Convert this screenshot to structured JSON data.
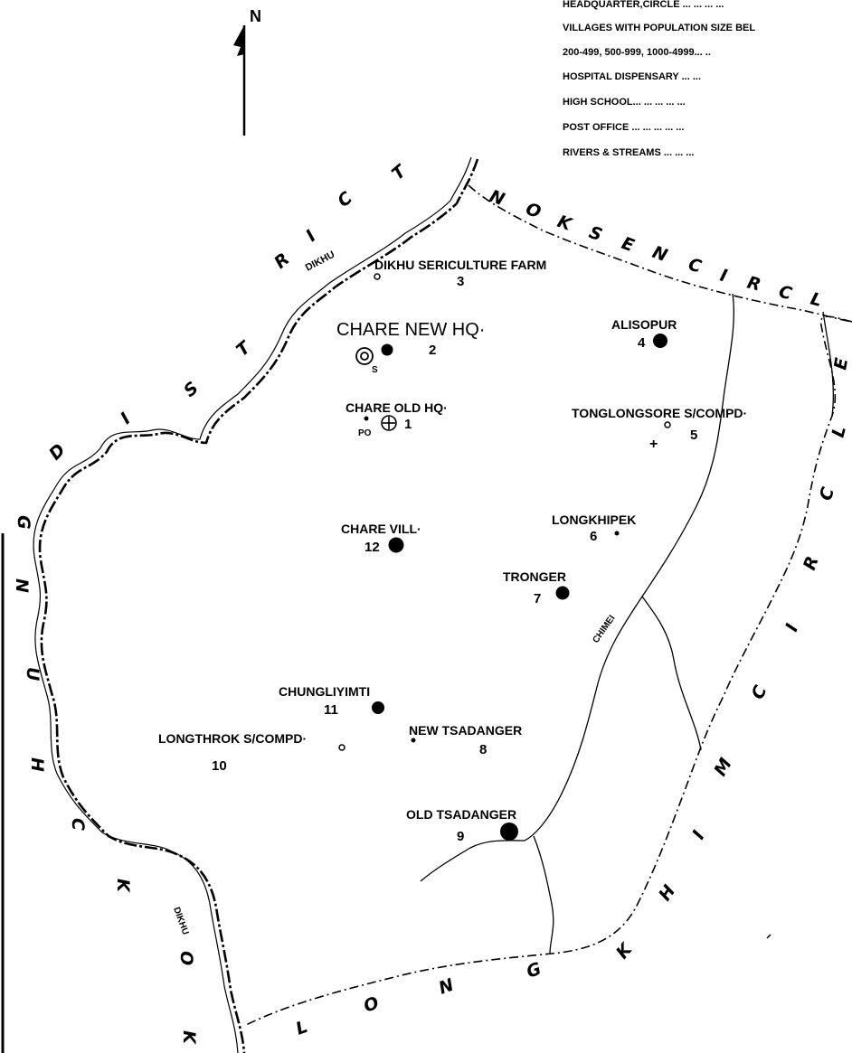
{
  "north_label": "N",
  "legend": {
    "rows": [
      "HEADQUARTER,CIRCLE ... ... ... ...",
      "VILLAGES WITH POPULATION SIZE BEL",
      "200-499, 500-999, 1000-4999... ..",
      "HOSPITAL DISPENSARY ... ...",
      "HIGH SCHOOL... ... ... ... ...",
      "POST OFFICE ... ... ... ... ...",
      "RIVERS & STREAMS ... ... ..."
    ]
  },
  "settlements": [
    {
      "name": "DIKHU SERICULTURE FARM",
      "number": "3"
    },
    {
      "name": "CHARE NEW HQ·",
      "number": "2",
      "symbol_label": "S"
    },
    {
      "name": "ALISOPUR",
      "number": "4"
    },
    {
      "name": "CHARE OLD HQ·",
      "number": "1",
      "symbol_label": "PO"
    },
    {
      "name": "TONGLONGSORE S/COMPD·",
      "number": "5"
    },
    {
      "name": "LONGKHIPEK",
      "number": "6"
    },
    {
      "name": "CHARE VILL·",
      "number": "12"
    },
    {
      "name": "TRONGER",
      "number": "7"
    },
    {
      "name": "CHUNGLIYIMTI",
      "number": "11"
    },
    {
      "name": "NEW TSADANGER",
      "number": "8"
    },
    {
      "name": "LONGTHROK S/COMPD·",
      "number": "10"
    },
    {
      "name": "OLD TSADANGER",
      "number": "9"
    }
  ],
  "rivers": {
    "dikhu_top": "DIKHU",
    "dikhu_bottom": "DIKHU",
    "chimei": "CHIMEI"
  },
  "boundaries": {
    "west": {
      "letters": [
        "K",
        "O",
        "K",
        "C",
        "H",
        "U",
        "N",
        "G"
      ]
    },
    "district": {
      "letters": [
        "D",
        "I",
        "S",
        "T",
        "R",
        "I",
        "C",
        "T"
      ]
    },
    "north": {
      "letters": [
        "N",
        "O",
        "K",
        "S",
        "E",
        "N",
        "C",
        "I",
        "R",
        "C",
        "L",
        "E"
      ]
    },
    "east": {
      "letters": [
        "C",
        "I",
        "R",
        "C",
        "L",
        "E"
      ]
    },
    "southeast": {
      "letters": [
        "K",
        "H",
        "I",
        "M",
        "C"
      ]
    },
    "south": {
      "letters": [
        "L",
        "O",
        "N",
        "G"
      ]
    }
  }
}
